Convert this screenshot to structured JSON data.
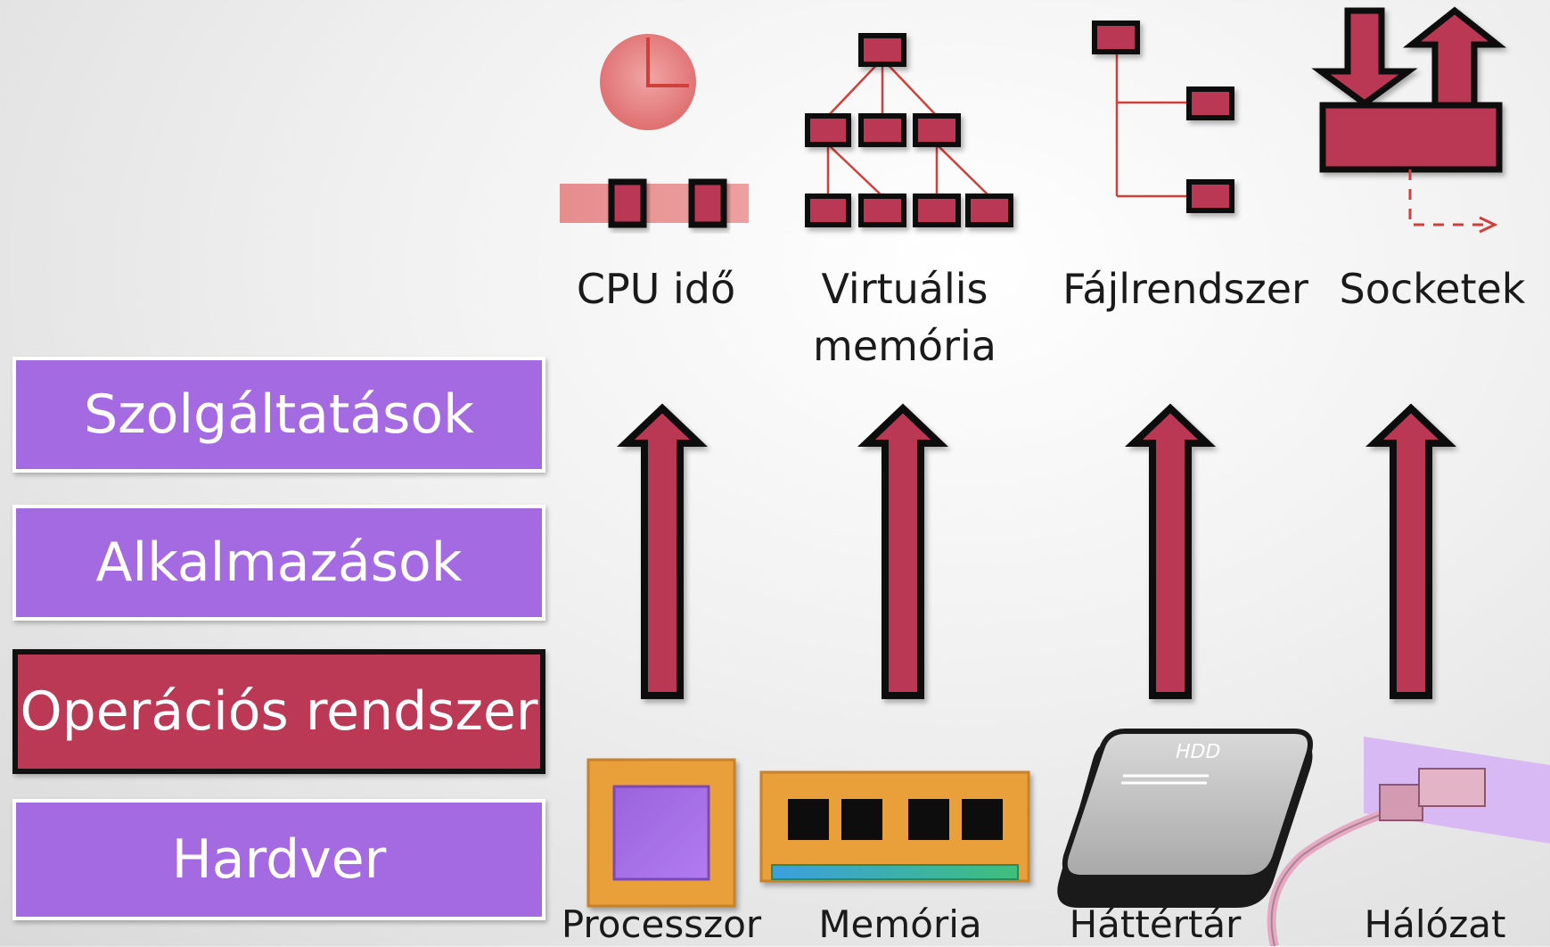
{
  "layers": {
    "services": "Szolgáltatások",
    "applications": "Alkalmazások",
    "os": "Operációs rendszer",
    "hardware": "Hardver"
  },
  "abstractions": {
    "cpu_time": "CPU idő",
    "virtual_memory_line1": "Virtuális",
    "virtual_memory_line2": "memória",
    "filesystem": "Fájlrendszer",
    "sockets": "Socketek"
  },
  "hardware_items": {
    "processor": "Processzor",
    "memory": "Memória",
    "storage": "Háttértár",
    "network": "Hálózat",
    "hdd_label": "HDD"
  },
  "icons": [
    "clock-icon",
    "timeline-icon",
    "tree-icon",
    "folder-tree-icon",
    "socket-io-icon",
    "up-arrow-icon",
    "cpu-chip-icon",
    "ram-module-icon",
    "hdd-icon",
    "network-cable-icon"
  ],
  "colors": {
    "accent_red": "#bb3954",
    "layer_purple": "#a46ae2",
    "line_red": "#d0403a",
    "chip_orange": "#e9a03b"
  }
}
